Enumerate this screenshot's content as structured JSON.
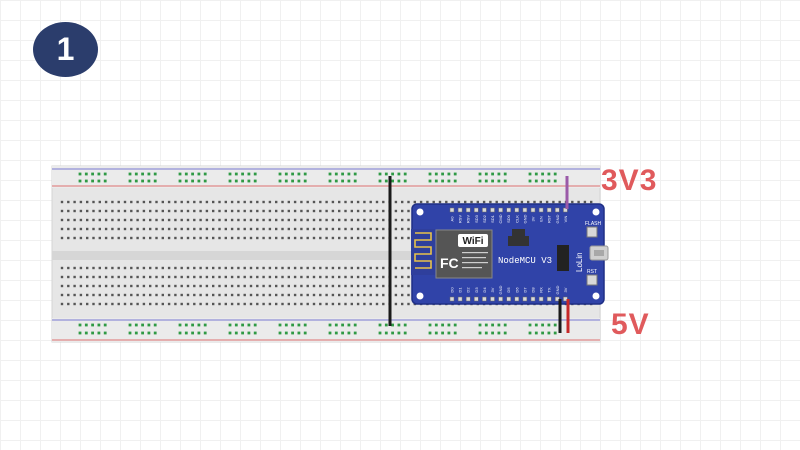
{
  "step": {
    "number": "1"
  },
  "labels": {
    "v33": "3V3",
    "v5": "5V"
  },
  "board": {
    "wifi_logo": "WiFi",
    "fc_logo": "FC",
    "name": "NodeMCU V3",
    "brand": "LoLin",
    "flash_label": "FLASH",
    "rst_label": "RST",
    "top_pins": [
      "A0",
      "RSV",
      "RSV",
      "SD3",
      "SD2",
      "SD1",
      "CMD",
      "SD0",
      "CLK",
      "GND",
      "3V",
      "EN",
      "RST",
      "GND",
      "VIN"
    ],
    "bottom_pins": [
      "D0",
      "D1",
      "D2",
      "D3",
      "D4",
      "3V",
      "GND",
      "D5",
      "D6",
      "D7",
      "D8",
      "RX",
      "TX",
      "GND",
      "3V"
    ]
  },
  "colors": {
    "badge": "#2b3d6c",
    "label_red": "#e05a5c",
    "board_blue": "#3043a8",
    "rail_green": "#2f9a44",
    "wire_black": "#1a1a1a",
    "wire_red": "#c62828",
    "wire_purple": "#9b5aa8"
  }
}
